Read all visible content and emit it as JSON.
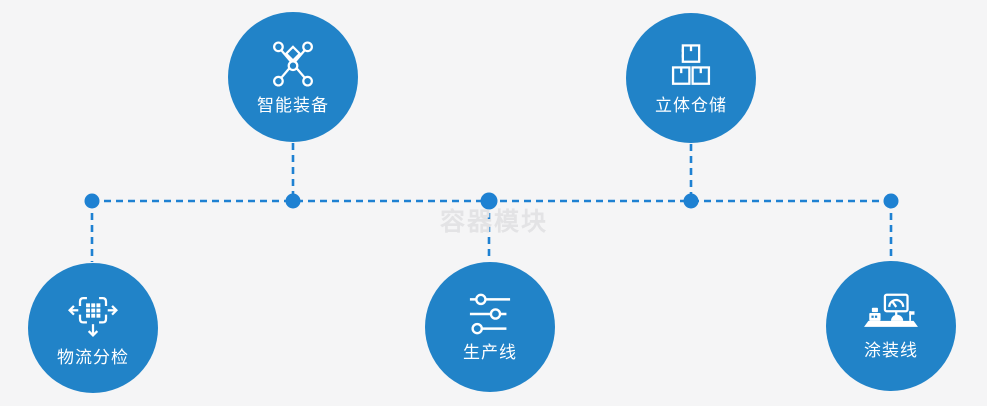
{
  "watermark": {
    "text": "容器模块"
  },
  "colors": {
    "background": "#f5f5f6",
    "node_blue": "#2183c8",
    "line_blue": "#1e81d2",
    "watermark_gray": "#e3e3e5",
    "icon_white": "#ffffff"
  },
  "nodes": [
    {
      "label": "智能装备",
      "icon": "network-nodes-icon",
      "position": "top-left"
    },
    {
      "label": "立体仓储",
      "icon": "stacked-boxes-icon",
      "position": "top-right"
    },
    {
      "label": "物流分检",
      "icon": "sort-distribute-icon",
      "position": "bottom-left"
    },
    {
      "label": "生产线",
      "icon": "sliders-icon",
      "position": "bottom-center"
    },
    {
      "label": "涂装线",
      "icon": "machine-station-icon",
      "position": "bottom-right"
    }
  ]
}
